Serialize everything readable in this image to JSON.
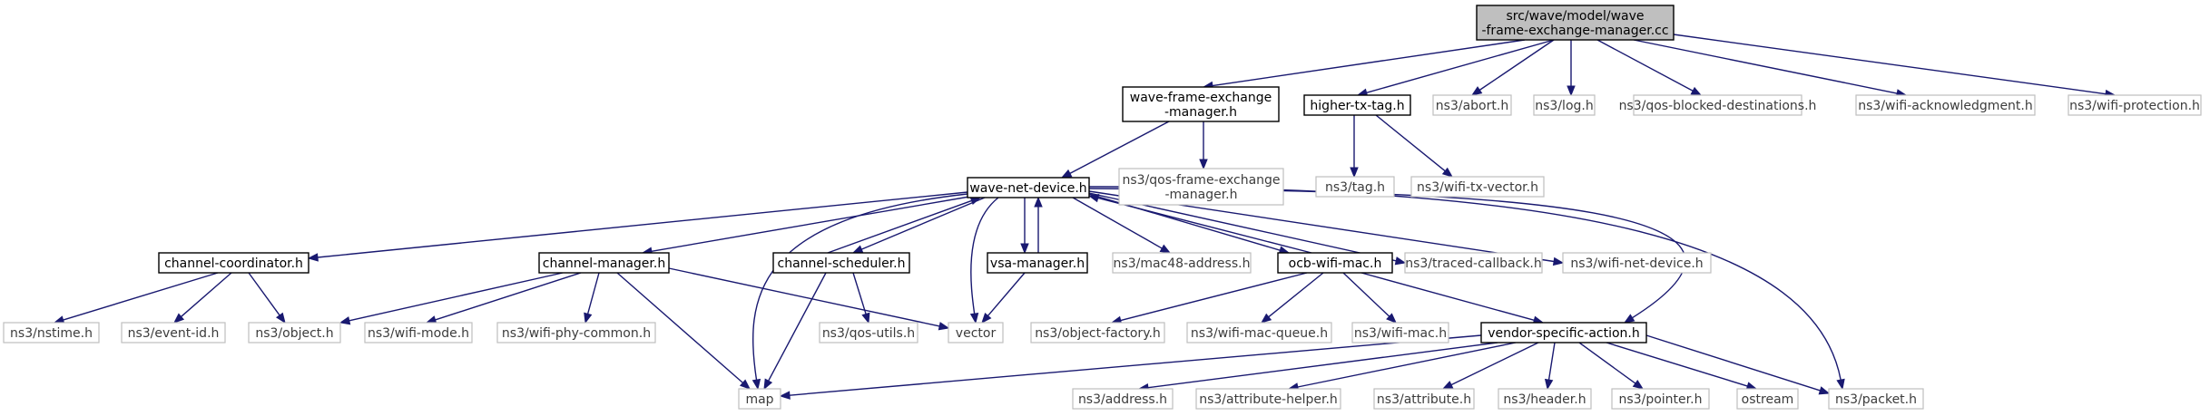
{
  "diagram": {
    "colors": {
      "edge": "#191970",
      "root_fill": "#bfbfbf",
      "node_border": "#000000",
      "external_border": "#bfbfbf"
    },
    "nodes": {
      "root": {
        "lines": [
          "src/wave/model/wave",
          "-frame-exchange-manager.cc"
        ],
        "kind": "root"
      },
      "wfem": {
        "lines": [
          "wave-frame-exchange",
          "-manager.h"
        ],
        "kind": "local"
      },
      "htt": {
        "lines": [
          "higher-tx-tag.h"
        ],
        "kind": "local"
      },
      "abort": {
        "lines": [
          "ns3/abort.h"
        ],
        "kind": "external"
      },
      "log": {
        "lines": [
          "ns3/log.h"
        ],
        "kind": "external"
      },
      "qbd": {
        "lines": [
          "ns3/qos-blocked-destinations.h"
        ],
        "kind": "external"
      },
      "wack": {
        "lines": [
          "ns3/wifi-acknowledgment.h"
        ],
        "kind": "external"
      },
      "wprot": {
        "lines": [
          "ns3/wifi-protection.h"
        ],
        "kind": "external"
      },
      "wnd": {
        "lines": [
          "wave-net-device.h"
        ],
        "kind": "local"
      },
      "qfem": {
        "lines": [
          "ns3/qos-frame-exchange",
          "-manager.h"
        ],
        "kind": "external"
      },
      "tag": {
        "lines": [
          "ns3/tag.h"
        ],
        "kind": "external"
      },
      "wtv": {
        "lines": [
          "ns3/wifi-tx-vector.h"
        ],
        "kind": "external"
      },
      "cc": {
        "lines": [
          "channel-coordinator.h"
        ],
        "kind": "local"
      },
      "cm": {
        "lines": [
          "channel-manager.h"
        ],
        "kind": "local"
      },
      "cs": {
        "lines": [
          "channel-scheduler.h"
        ],
        "kind": "local"
      },
      "vsa": {
        "lines": [
          "vsa-manager.h"
        ],
        "kind": "local"
      },
      "mac48": {
        "lines": [
          "ns3/mac48-address.h"
        ],
        "kind": "external"
      },
      "ocb": {
        "lines": [
          "ocb-wifi-mac.h"
        ],
        "kind": "local"
      },
      "tcb": {
        "lines": [
          "ns3/traced-callback.h"
        ],
        "kind": "external"
      },
      "wnetd": {
        "lines": [
          "ns3/wifi-net-device.h"
        ],
        "kind": "external"
      },
      "nstime": {
        "lines": [
          "ns3/nstime.h"
        ],
        "kind": "external"
      },
      "eid": {
        "lines": [
          "ns3/event-id.h"
        ],
        "kind": "external"
      },
      "obj": {
        "lines": [
          "ns3/object.h"
        ],
        "kind": "external"
      },
      "wmode": {
        "lines": [
          "ns3/wifi-mode.h"
        ],
        "kind": "external"
      },
      "wpc": {
        "lines": [
          "ns3/wifi-phy-common.h"
        ],
        "kind": "external"
      },
      "qu": {
        "lines": [
          "ns3/qos-utils.h"
        ],
        "kind": "external"
      },
      "vector": {
        "lines": [
          "vector"
        ],
        "kind": "external"
      },
      "of": {
        "lines": [
          "ns3/object-factory.h"
        ],
        "kind": "external"
      },
      "wmq": {
        "lines": [
          "ns3/wifi-mac-queue.h"
        ],
        "kind": "external"
      },
      "wmac": {
        "lines": [
          "ns3/wifi-mac.h"
        ],
        "kind": "external"
      },
      "vsact": {
        "lines": [
          "vendor-specific-action.h"
        ],
        "kind": "local"
      },
      "map": {
        "lines": [
          "map"
        ],
        "kind": "external"
      },
      "addr": {
        "lines": [
          "ns3/address.h"
        ],
        "kind": "external"
      },
      "ah": {
        "lines": [
          "ns3/attribute-helper.h"
        ],
        "kind": "external"
      },
      "attr": {
        "lines": [
          "ns3/attribute.h"
        ],
        "kind": "external"
      },
      "hdr": {
        "lines": [
          "ns3/header.h"
        ],
        "kind": "external"
      },
      "ptr": {
        "lines": [
          "ns3/pointer.h"
        ],
        "kind": "external"
      },
      "ostream": {
        "lines": [
          "ostream"
        ],
        "kind": "external"
      },
      "pkt": {
        "lines": [
          "ns3/packet.h"
        ],
        "kind": "external"
      }
    },
    "edges": [
      [
        "root",
        "wfem"
      ],
      [
        "root",
        "htt"
      ],
      [
        "root",
        "abort"
      ],
      [
        "root",
        "log"
      ],
      [
        "root",
        "qbd"
      ],
      [
        "root",
        "wack"
      ],
      [
        "root",
        "wprot"
      ],
      [
        "wfem",
        "wnd"
      ],
      [
        "wfem",
        "qfem"
      ],
      [
        "htt",
        "tag"
      ],
      [
        "htt",
        "wtv"
      ],
      [
        "wnd",
        "cc"
      ],
      [
        "wnd",
        "cm"
      ],
      [
        "wnd",
        "cs"
      ],
      [
        "wnd",
        "vsa"
      ],
      [
        "wnd",
        "mac48"
      ],
      [
        "wnd",
        "ocb"
      ],
      [
        "wnd",
        "tcb"
      ],
      [
        "wnd",
        "wnetd"
      ],
      [
        "wnd",
        "vsact"
      ],
      [
        "wnd",
        "pkt"
      ],
      [
        "wnd",
        "vector"
      ],
      [
        "wnd",
        "map"
      ],
      [
        "cc",
        "nstime"
      ],
      [
        "cc",
        "eid"
      ],
      [
        "cc",
        "obj"
      ],
      [
        "cm",
        "obj"
      ],
      [
        "cm",
        "wmode"
      ],
      [
        "cm",
        "wpc"
      ],
      [
        "cm",
        "map"
      ],
      [
        "cm",
        "vector"
      ],
      [
        "cs",
        "wnd"
      ],
      [
        "cs",
        "qu"
      ],
      [
        "cs",
        "map"
      ],
      [
        "vsa",
        "wnd"
      ],
      [
        "vsa",
        "vector"
      ],
      [
        "ocb",
        "wnd"
      ],
      [
        "ocb",
        "of"
      ],
      [
        "ocb",
        "wmq"
      ],
      [
        "ocb",
        "wmac"
      ],
      [
        "ocb",
        "vsact"
      ],
      [
        "vsact",
        "map"
      ],
      [
        "vsact",
        "addr"
      ],
      [
        "vsact",
        "ah"
      ],
      [
        "vsact",
        "attr"
      ],
      [
        "vsact",
        "hdr"
      ],
      [
        "vsact",
        "ptr"
      ],
      [
        "vsact",
        "ostream"
      ],
      [
        "vsact",
        "pkt"
      ]
    ]
  }
}
